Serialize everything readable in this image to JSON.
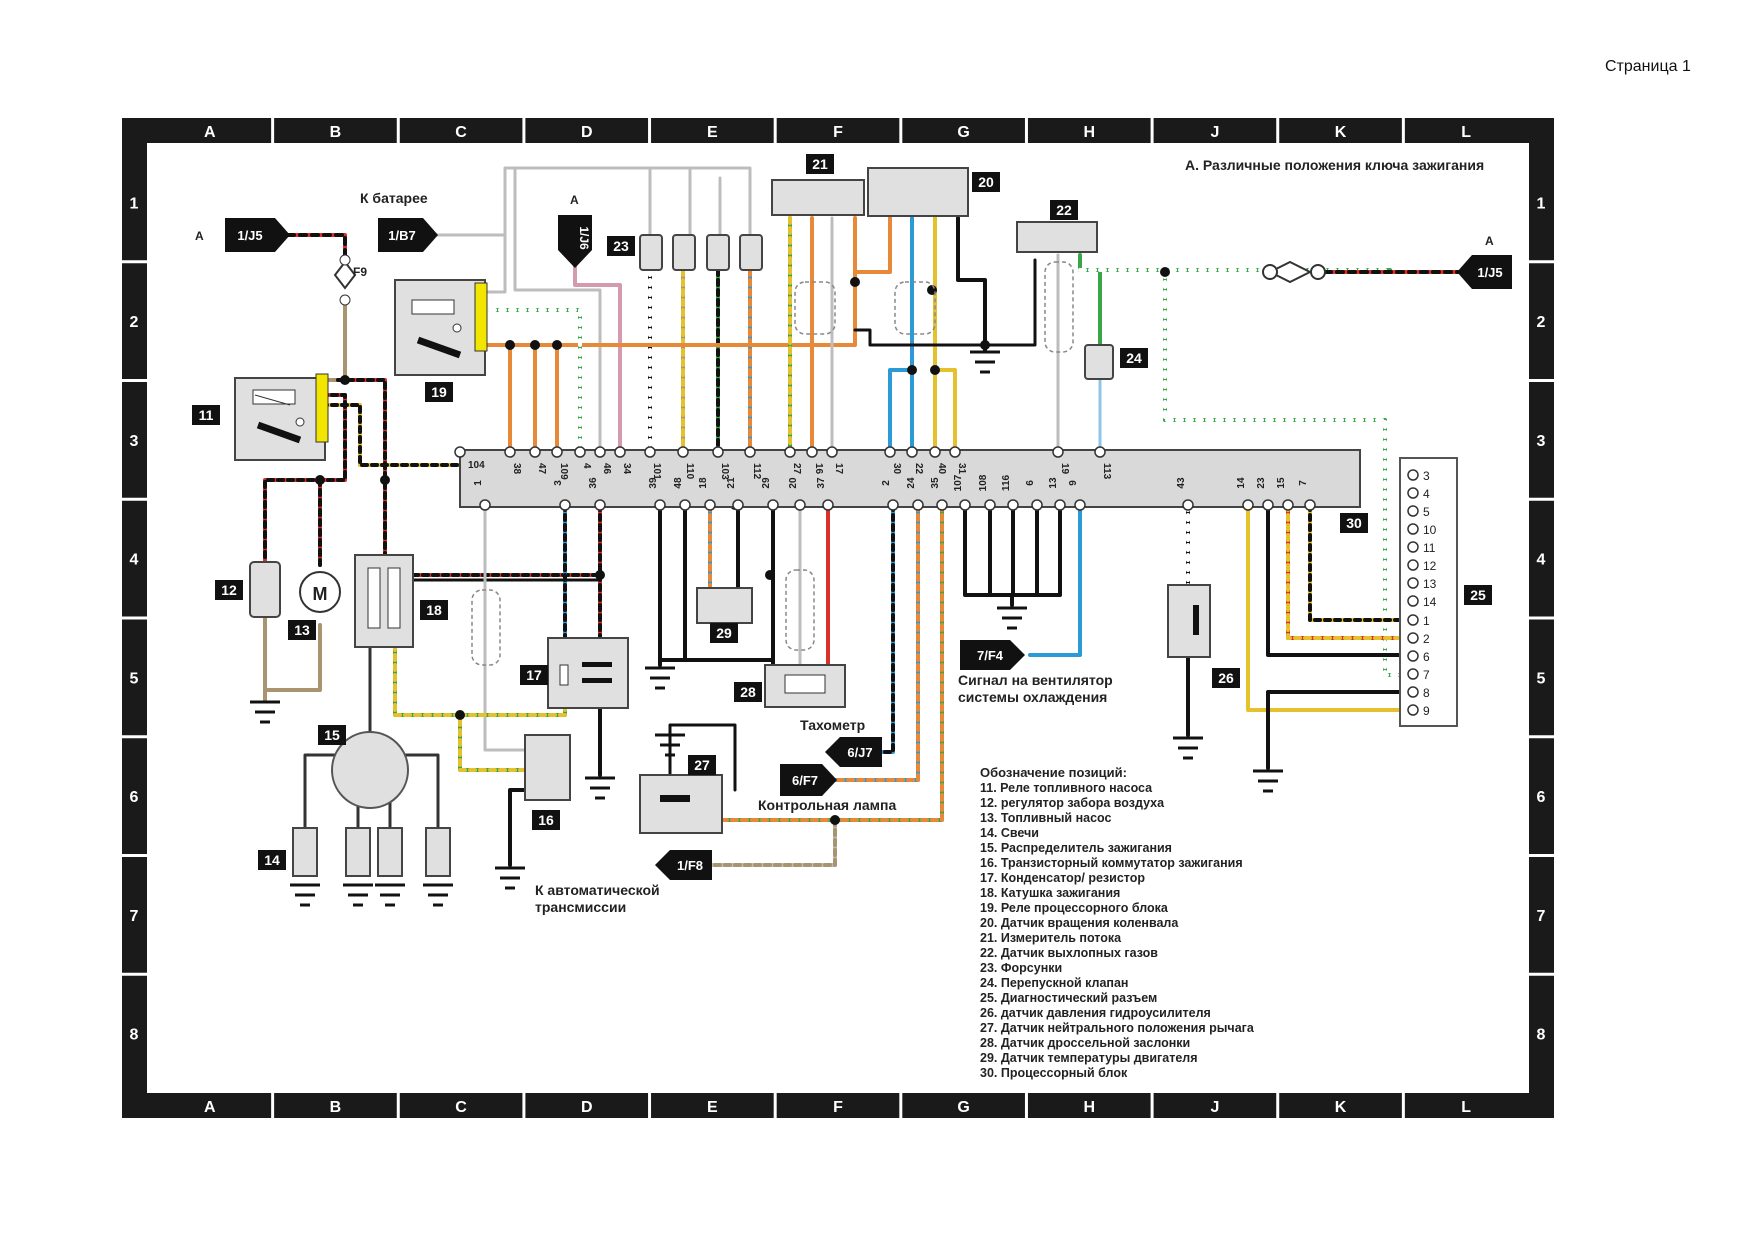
{
  "page_label": "Страница 1",
  "grid": {
    "columns": [
      "A",
      "B",
      "C",
      "D",
      "E",
      "F",
      "G",
      "H",
      "J",
      "K",
      "L"
    ],
    "rows": [
      "1",
      "2",
      "3",
      "4",
      "5",
      "6",
      "7",
      "8"
    ]
  },
  "key_title": "А. Различные положения ключа зажигания",
  "texts": {
    "battery": "К батарее",
    "fan_signal_1": "Сигнал на вентилятор",
    "fan_signal_2": "системы охлаждения",
    "tachometer": "Тахометр",
    "control_lamp": "Контрольная лампа",
    "auto_trans_1": "К автоматической",
    "auto_trans_2": "трансмиссии",
    "fuse": "F9",
    "motor": "M",
    "point_a": "A"
  },
  "arrows": {
    "a1": "1/J5",
    "a2": "1/B7",
    "a3": "1/J6",
    "a4": "1/J5",
    "a5": "7/F4",
    "a6": "6/J7",
    "a7": "6/F7",
    "a8": "1/F8"
  },
  "component_numbers": [
    "11",
    "12",
    "13",
    "14",
    "15",
    "16",
    "17",
    "18",
    "19",
    "20",
    "21",
    "22",
    "23",
    "24",
    "25",
    "26",
    "27",
    "28",
    "29",
    "30"
  ],
  "ecu_top_pins": [
    "104",
    "38",
    "47",
    "109",
    "4",
    "46",
    "34",
    "101",
    "110",
    "103",
    "112",
    "27",
    "16",
    "17",
    "30",
    "22",
    "40",
    "31",
    "19",
    "113"
  ],
  "ecu_bottom_pins": [
    "1",
    "3",
    "36",
    "39",
    "48",
    "18",
    "21",
    "29",
    "20",
    "37",
    "2",
    "24",
    "35",
    "107",
    "108",
    "116",
    "6",
    "13",
    "9",
    "43",
    "14",
    "23",
    "15",
    "7"
  ],
  "diag_pins_top": [
    "3",
    "4",
    "5",
    "10",
    "11",
    "12",
    "13",
    "14"
  ],
  "diag_pins_bottom": [
    "1",
    "2",
    "6",
    "7",
    "8",
    "9"
  ],
  "legend": {
    "title": "Обозначение позиций:",
    "items": [
      "11. Реле топливного насоса",
      "12. регулятор забора воздуха",
      "13. Топливный насос",
      "14. Свечи",
      "15. Распределитель зажигания",
      "16. Транзисторный коммутатор зажигания",
      "17. Конденсатор/ резистор",
      "18. Катушка зажигания",
      "19. Реле процессорного блока",
      "20. Датчик вращения коленвала",
      "21. Измеритель потока",
      "22. Датчик выхлопных газов",
      "23. Форсунки",
      "24. Перепускной клапан",
      "25. Диагностический разъем",
      "26. датчик давления гидроусилителя",
      "27. Датчик нейтрального положения рычага",
      "28. Датчик дроссельной заслонки",
      "29. Датчик температуры двигателя",
      "30. Процессорный блок"
    ]
  },
  "colors": {
    "frame": "#1a1a1a",
    "ecu": "#d9d9d9",
    "component": "#e0e0e0",
    "relay_contacts": "#f2e600",
    "wire_red": "#d9302a",
    "wire_black": "#111111",
    "wire_green": "#3aa64a",
    "wire_orange": "#e8893a",
    "wire_blue": "#2a9bd6",
    "wire_yellow": "#e6c12e",
    "wire_brown": "#a8946e",
    "wire_grey": "#bdbdbd",
    "wire_pink": "#d49ab0"
  }
}
